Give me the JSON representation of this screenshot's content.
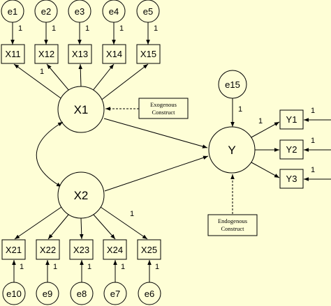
{
  "diagram": {
    "error_top": [
      "e1",
      "e2",
      "e3",
      "e4",
      "e5"
    ],
    "indicators_x1": [
      "X11",
      "X12",
      "X13",
      "X14",
      "X15"
    ],
    "error_bottom": [
      "e10",
      "e9",
      "e8",
      "e7",
      "e6"
    ],
    "indicators_x2": [
      "X21",
      "X22",
      "X23",
      "X24",
      "X25"
    ],
    "indicators_y": [
      "Y1",
      "Y2",
      "Y3"
    ],
    "latent": {
      "x1": "X1",
      "x2": "X2",
      "y": "Y"
    },
    "error_y": "e15",
    "exogenous": [
      "Exogenous",
      "Construct"
    ],
    "endogenous": [
      "Endogenous",
      "Construct"
    ],
    "weight": "1"
  }
}
